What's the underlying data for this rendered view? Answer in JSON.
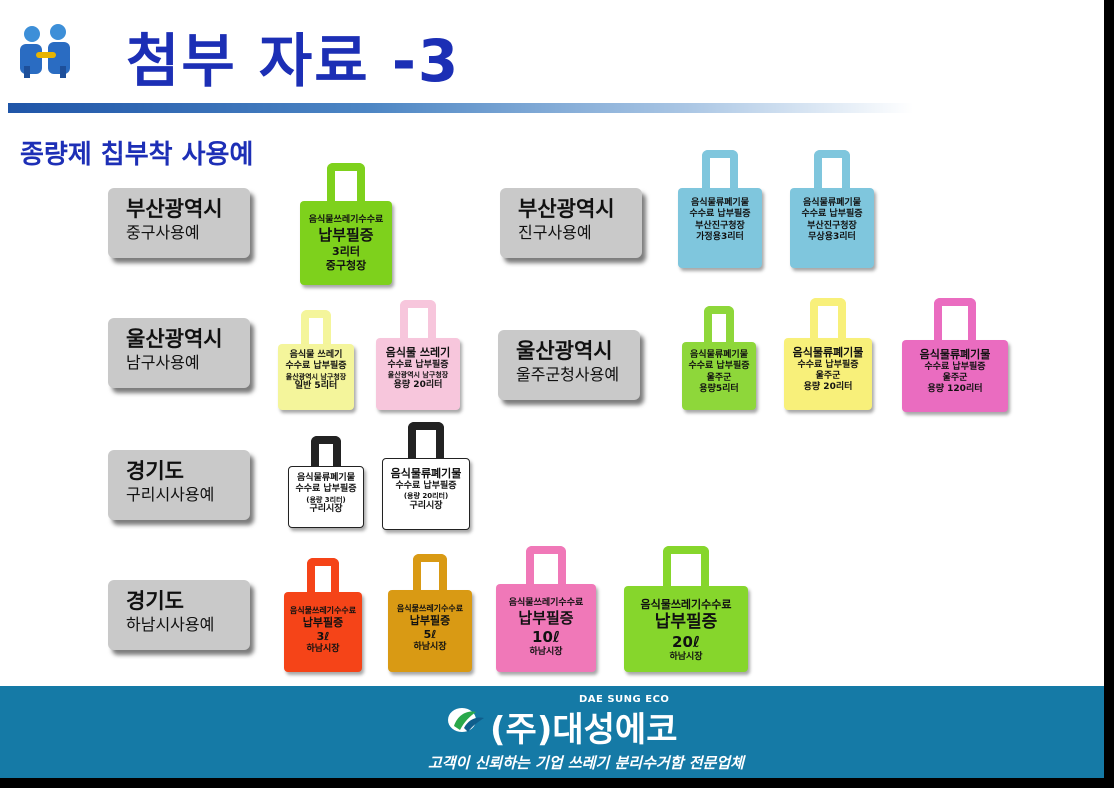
{
  "title": "첨부 자료 -3",
  "subtitle": "종량제 칩부착 사용예",
  "labels": [
    {
      "line1": "부산광역시",
      "line2": "중구사용예"
    },
    {
      "line1": "부산광역시",
      "line2": "진구사용예"
    },
    {
      "line1": "울산광역시",
      "line2": "남구사용예"
    },
    {
      "line1": "울산광역시",
      "line2": "울주군청사용예"
    },
    {
      "line1": "경기도",
      "line2": "구리시사용예"
    },
    {
      "line1": "경기도",
      "line2": "하남시사용예"
    }
  ],
  "bags": [
    {
      "lines": [
        "음식물쓰레기수수료",
        "납부필증",
        "3리터",
        "중구청장"
      ],
      "color": "#7ed11c"
    },
    {
      "lines": [
        "음식물류폐기물",
        "수수료 납부필증",
        "부산진구청장",
        "가정용3리터"
      ],
      "color": "#7fc6dd"
    },
    {
      "lines": [
        "음식물류폐기물",
        "수수료 납부필증",
        "부산진구청장",
        "무상용3리터"
      ],
      "color": "#7fc6dd"
    },
    {
      "lines": [
        "음식물 쓰레기",
        "수수료 납부필증",
        "울산광역시 남구청장",
        "일반 5리터"
      ],
      "color": "#f4f59b"
    },
    {
      "lines": [
        "음식물 쓰레기",
        "수수료 납부필증",
        "울산광역시 남구청장",
        "용량 20리터"
      ],
      "color": "#f7c6dc"
    },
    {
      "lines": [
        "음식물류폐기물",
        "수수료 납부필증",
        "울주군",
        "용량5리터"
      ],
      "color": "#8ed73a"
    },
    {
      "lines": [
        "음식물류폐기물",
        "수수료 납부필증",
        "울주군",
        "용량 20리터"
      ],
      "color": "#f8f07a"
    },
    {
      "lines": [
        "음식물류폐기물",
        "수수료 납부필증",
        "울주군",
        "용량 120리터"
      ],
      "color": "#ea6cc0"
    },
    {
      "lines": [
        "음식물류폐기물",
        "수수료 납부필증",
        "(용량 3리터)",
        "구리시장"
      ],
      "color": "#ffffff"
    },
    {
      "lines": [
        "음식물류폐기물",
        "수수료 납부필증",
        "(용량 20리터)",
        "구리시장"
      ],
      "color": "#ffffff"
    },
    {
      "lines": [
        "음식물쓰레기수수료",
        "납부필증",
        "3ℓ",
        "하남시장"
      ],
      "color": "#f54418"
    },
    {
      "lines": [
        "음식물쓰레기수수료",
        "납부필증",
        "5ℓ",
        "하남시장"
      ],
      "color": "#d99a14"
    },
    {
      "lines": [
        "음식물쓰레기수수료",
        "납부필증",
        "10ℓ",
        "하남시장"
      ],
      "color": "#f078b8"
    },
    {
      "lines": [
        "음식물쓰레기수수료",
        "납부필증",
        "20ℓ",
        "하남시장"
      ],
      "color": "#86d62c"
    }
  ],
  "footer": {
    "company_en": "DAE SUNG ECO",
    "company_ko": "(주)대성에코",
    "slogan": "고객이 신뢰하는 기업 쓰레기 분리수거함 전문업체"
  },
  "icons": {
    "title": "two-people-icon",
    "logo": "daesung-eco-logo-icon"
  }
}
